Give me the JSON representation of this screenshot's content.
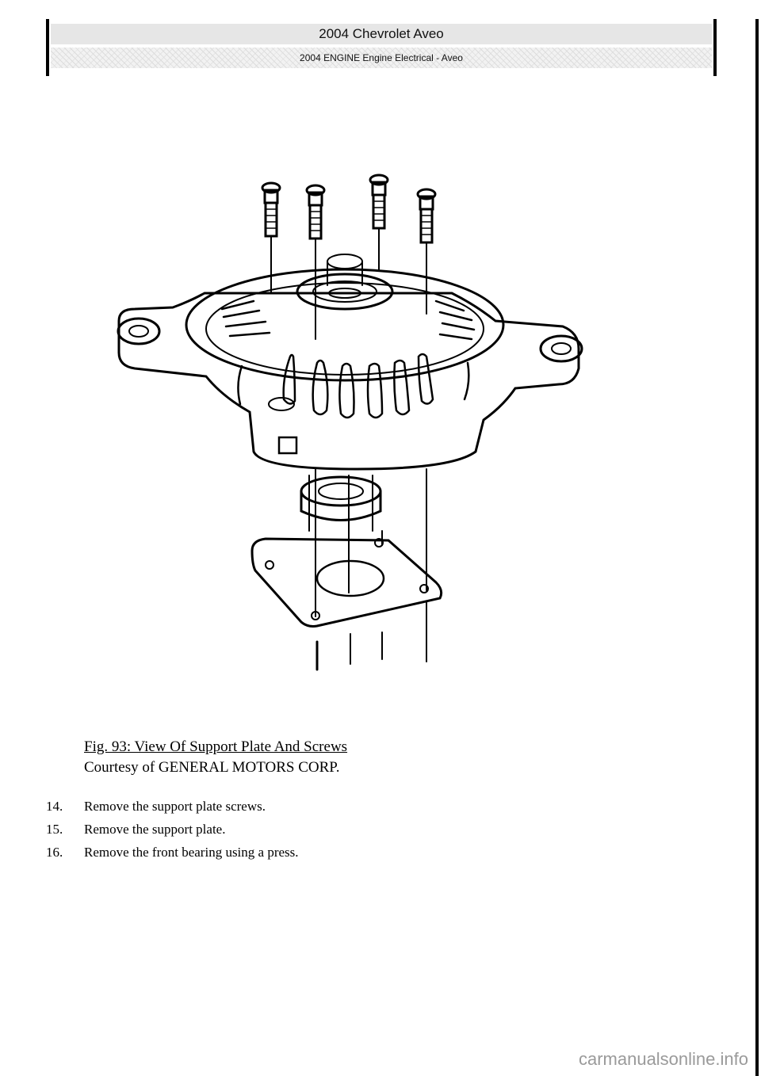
{
  "header": {
    "title": "2004 Chevrolet Aveo",
    "subtitle": "2004 ENGINE Engine Electrical - Aveo"
  },
  "figure": {
    "caption_title": "Fig. 93: View Of Support Plate And Screws",
    "courtesy": "Courtesy of GENERAL MOTORS CORP."
  },
  "steps": [
    {
      "num": "14.",
      "text": "Remove the support plate screws."
    },
    {
      "num": "15.",
      "text": "Remove the support plate."
    },
    {
      "num": "16.",
      "text": "Remove the front bearing using a press."
    }
  ],
  "watermark": "carmanualsonline.info"
}
